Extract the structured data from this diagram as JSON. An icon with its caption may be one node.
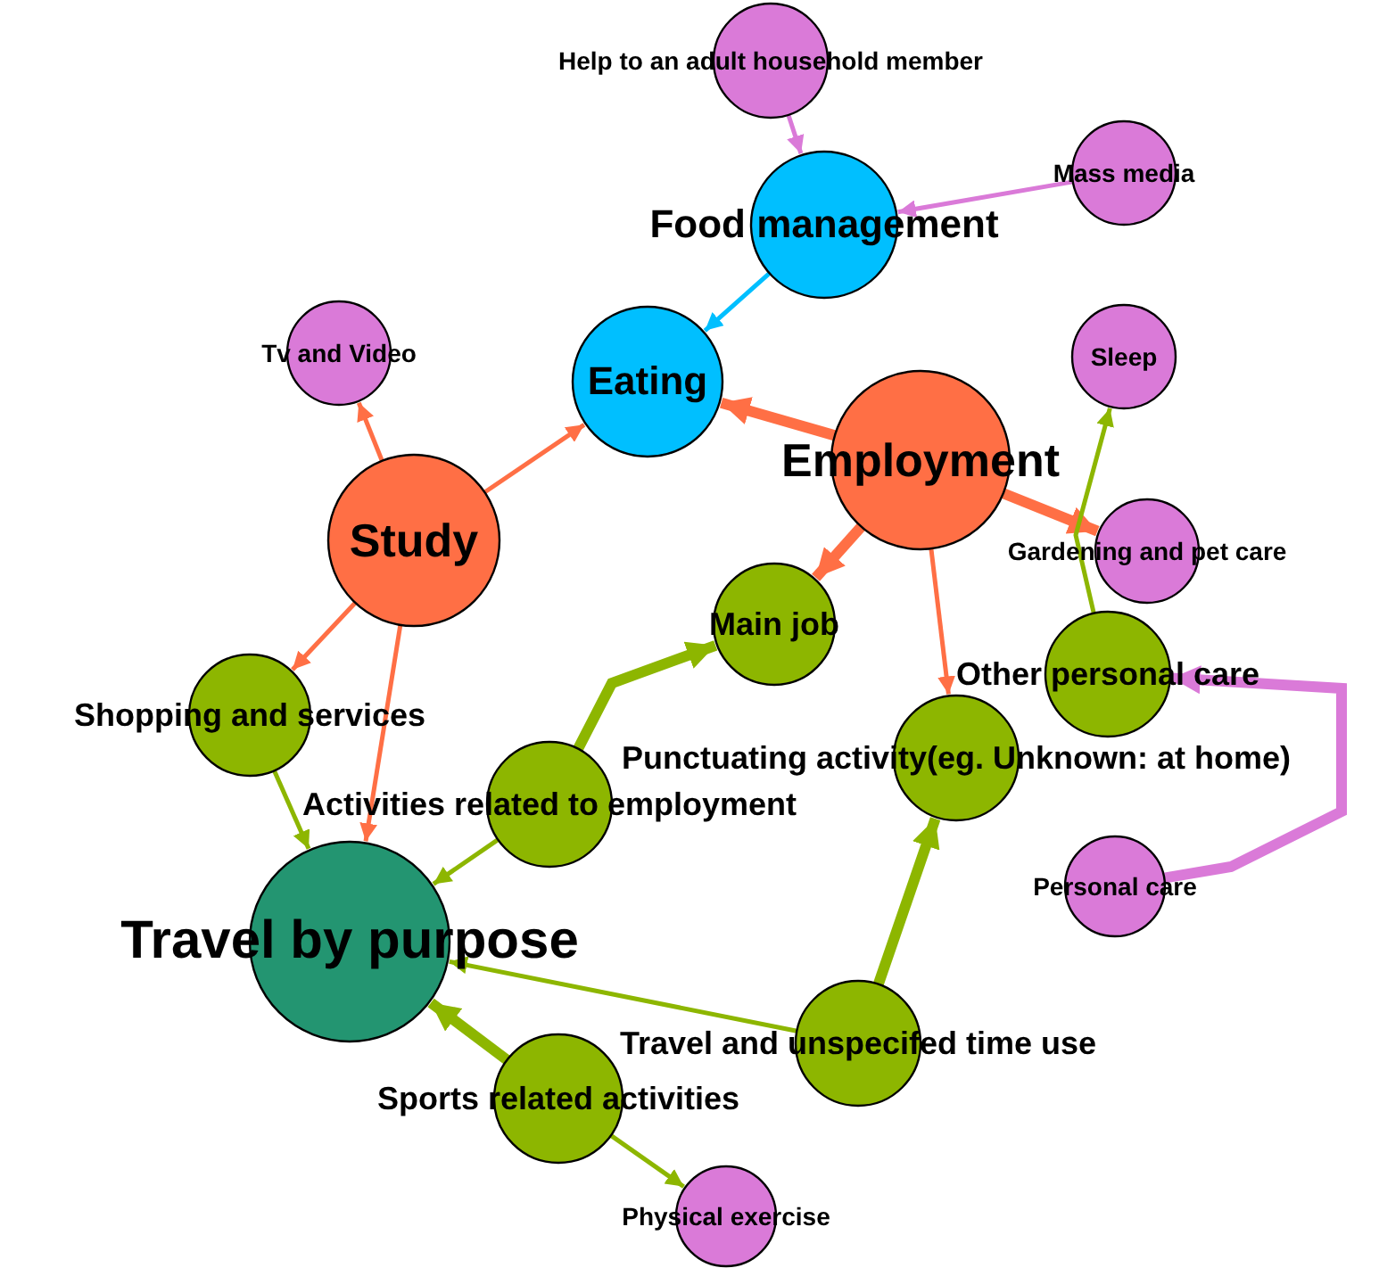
{
  "diagram": {
    "nodes": [
      {
        "text": [
          "Help to an adult household member"
        ]
      },
      {
        "text": [
          "Mass media"
        ]
      },
      {
        "text": [
          "Food management"
        ]
      },
      {
        "text": [
          "Tv and Video"
        ]
      },
      {
        "text": [
          "Eating"
        ]
      },
      {
        "text": [
          "Sleep"
        ]
      },
      {
        "text": [
          "Employment"
        ]
      },
      {
        "text": [
          "Study"
        ]
      },
      {
        "text": [
          "Gardening and pet care"
        ]
      },
      {
        "text": [
          "Main job"
        ]
      },
      {
        "text": [
          "Shopping and services"
        ]
      },
      {
        "text": [
          "Other personal care"
        ]
      },
      {
        "text": [
          "Punctuating activity(eg. Unknown: at home)"
        ]
      },
      {
        "text": [
          "Activities related to employment"
        ]
      },
      {
        "text": [
          "Personal care"
        ]
      },
      {
        "text": [
          "Travel by purpose"
        ]
      },
      {
        "text": [
          "Travel and unspecifed time use"
        ]
      },
      {
        "text": [
          "Sports related activities"
        ]
      },
      {
        "text": [
          "Physical exercise"
        ]
      }
    ],
    "edges": [
      {
        "from": 0,
        "to": 2,
        "arrow": "to",
        "color": "#da7ad8"
      },
      {
        "from": 1,
        "to": 2,
        "arrow": "to",
        "color": "#da7ad8"
      },
      {
        "from": 2,
        "to": 4,
        "arrow": "to",
        "color": "#00bfff"
      },
      {
        "from": 6,
        "to": 4,
        "arrow": "to",
        "style": "thick",
        "color": "#ff6f45"
      },
      {
        "from": 7,
        "to": 4,
        "arrow": "to",
        "color": "#ff6f45"
      },
      {
        "from": 7,
        "to": 3,
        "arrow": "to",
        "color": "#ff6f45"
      },
      {
        "from": 6,
        "to": 8,
        "arrow": "to",
        "style": "thick",
        "color": "#ff6f45"
      },
      {
        "from": 6,
        "to": 9,
        "arrow": "to",
        "style": "thick",
        "color": "#ff6f45"
      },
      {
        "from": 6,
        "to": 12,
        "arrow": "to",
        "color": "#ff6f45"
      },
      {
        "from": 7,
        "to": 10,
        "arrow": "to",
        "color": "#ff6f45"
      },
      {
        "from": 7,
        "to": 15,
        "arrow": "to",
        "color": "#ff6f45"
      },
      {
        "from": 11,
        "to": 5,
        "arrow": "to",
        "color": "#8db600"
      },
      {
        "from": 14,
        "to": 11,
        "arrow": "to",
        "style": "thick",
        "color": "#da7ad8"
      },
      {
        "from": 10,
        "to": 15,
        "arrow": "to",
        "color": "#8db600"
      },
      {
        "from": 13,
        "to": 15,
        "arrow": "to",
        "color": "#8db600"
      },
      {
        "from": 13,
        "to": 9,
        "arrow": "to",
        "style": "thick",
        "color": "#8db600"
      },
      {
        "from": 16,
        "to": 15,
        "arrow": "to",
        "color": "#8db600"
      },
      {
        "from": 16,
        "to": 12,
        "arrow": "to",
        "style": "thick",
        "color": "#8db600"
      },
      {
        "from": 17,
        "to": 15,
        "arrow": "to",
        "style": "thick",
        "color": "#8db600"
      },
      {
        "from": 17,
        "to": 18,
        "arrow": "to",
        "color": "#8db600"
      }
    ]
  }
}
